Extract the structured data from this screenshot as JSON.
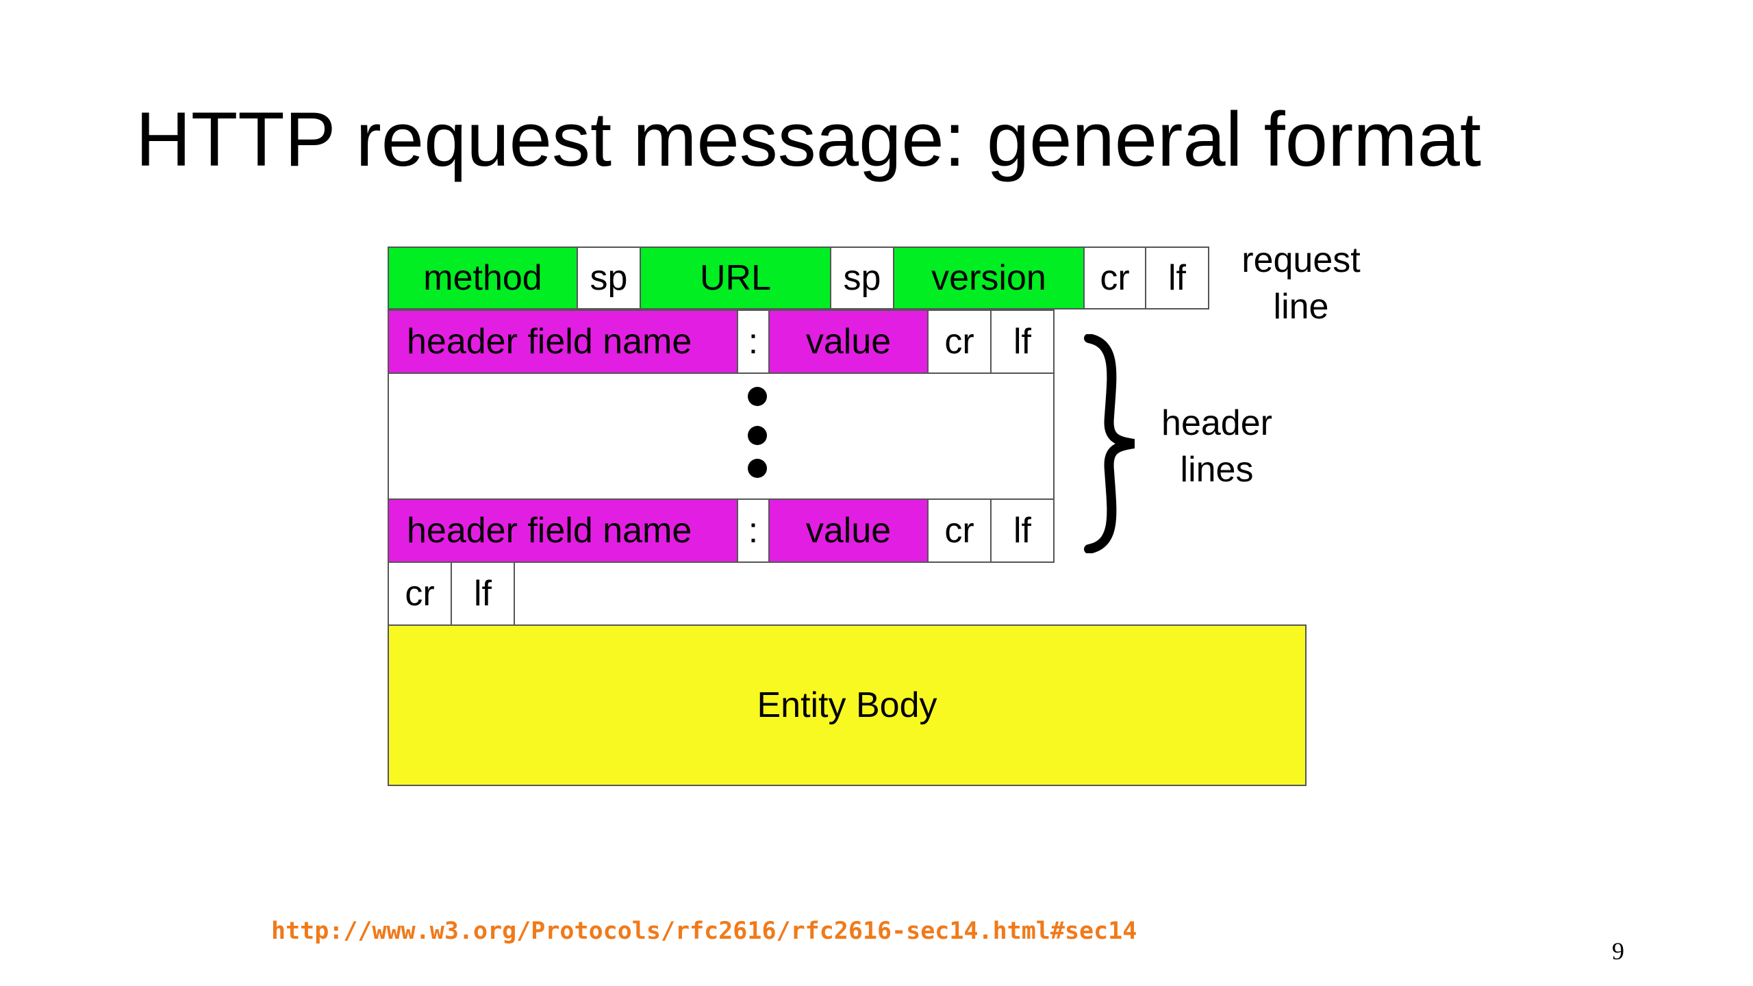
{
  "slide": {
    "title": "HTTP request message: general format",
    "page_number": "9",
    "source_url": "http://www.w3.org/Protocols/rfc2616/rfc2616-sec14.html#sec14"
  },
  "request_line": {
    "fields": [
      "method",
      "sp",
      "URL",
      "sp",
      "version",
      "cr",
      "lf"
    ],
    "label_line1": "request",
    "label_line2": "line"
  },
  "header_lines": {
    "field_name": "header field name",
    "colon": ":",
    "value": "value",
    "cr": "cr",
    "lf": "lf",
    "label_line1": "header",
    "label_line2": "lines"
  },
  "blank_line": {
    "cr": "cr",
    "lf": "lf"
  },
  "entity_body": {
    "label": "Entity Body"
  },
  "colors": {
    "request_fields": "#00ee22",
    "header_fields": "#e21ee2",
    "entity_body": "#f9f922",
    "link": "#f07a1a"
  }
}
